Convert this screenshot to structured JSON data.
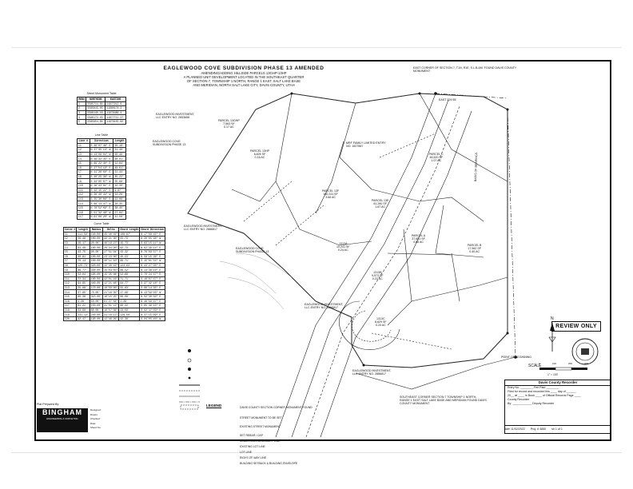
{
  "title": {
    "main": "EAGLEWOOD COVE SUBDIVISION PHASE 13 AMENDED",
    "sub1": "AMENDING/ADDING HILLSIDE PARCELS 13GHP-13HP",
    "sub2": "A PLANNED UNIT DEVELOPMENT LOCATED IN THE SOUTHEAST QUARTER",
    "sub3": "OF SECTION 7, TOWNSHIP 1 NORTH, RANGE 1 EAST, SALT LAKE BASE",
    "sub4": "AND MERIDIAN, NORTH SALT LAKE CITY, DAVIS COUNTY, UTAH"
  },
  "street_monument_table": {
    "caption": "Street Monument Table",
    "headers": [
      "MON#",
      "NORTHING",
      "EASTING"
    ],
    "rows": [
      [
        "1",
        "5585714.84",
        "11977213.6"
      ],
      [
        "2",
        "5585815.05",
        "11980174.3"
      ],
      [
        "3",
        "5586140.16",
        "11979486.4"
      ],
      [
        "4",
        "5586172.03",
        "11977711.37"
      ],
      [
        "5",
        "5585954.64",
        "11979155.82"
      ]
    ]
  },
  "line_table": {
    "caption": "Line Table",
    "headers": [
      "Line #",
      "Direction",
      "Length"
    ],
    "rows": [
      [
        "L1",
        "S 36°07'48\" E",
        "20.18'"
      ],
      [
        "L2",
        "N 37°45'13\" W",
        "21.48'"
      ],
      [
        "L3",
        "N 13°09'04\" W",
        "20.49'"
      ],
      [
        "L4",
        "N 46°32'45\" E",
        "60.01'"
      ],
      [
        "L5",
        "N 89°22'40\" E",
        "11.84'"
      ],
      [
        "L6",
        "S 27°54'19\" E",
        "48.61'"
      ],
      [
        "L7",
        "N 41°26'50\" E",
        "21.44'"
      ],
      [
        "L8",
        "S 30°25'36\" W",
        "85.22'"
      ],
      [
        "L9",
        "S 44°05'07\" W",
        "35.96'"
      ],
      [
        "L10",
        "N 16°43'01\" E",
        "19.30'"
      ],
      [
        "L11",
        "S 42°15'22\" E",
        "9.97'"
      ],
      [
        "L12",
        "N 38°40'44\" W",
        "14.29'"
      ],
      [
        "L13",
        "S 35°30'08\" E",
        "22.86'"
      ],
      [
        "L14",
        "S 68°13'47\" W",
        "20.35'"
      ],
      [
        "L15",
        "N 78°52'09\" E",
        "38.45'"
      ],
      [
        "L16",
        "S 51°32'46\" W",
        "57.04'"
      ],
      [
        "L17",
        "N 81°06'20\" W",
        "41.56'"
      ]
    ]
  },
  "curve_table": {
    "caption": "Curve Table",
    "headers": [
      "Curve #",
      "Length",
      "Radius",
      "Delta",
      "Chord Length",
      "Chord Direction"
    ],
    "rows": [
      [
        "C1",
        "111.59'",
        "140.00'",
        "45°40'02\"",
        "108.67'",
        "N 17°08'45\" E"
      ],
      [
        "C2",
        "56.48'",
        "100.00'",
        "32°21'30\"",
        "55.73'",
        "N 20°05'38\" W"
      ],
      [
        "C3",
        "16.17'",
        "20.00'",
        "46°19'27\"",
        "15.73'",
        "S 63°15'11\" W"
      ],
      [
        "C4",
        "83.48'",
        "180.00'",
        "26°34'20\"",
        "82.73'",
        "N 62°39'14\" E"
      ],
      [
        "C5",
        "43.75'",
        "90.00'",
        "27°51'04\"",
        "43.32'",
        "N 76°09'57\" E"
      ],
      [
        "C6",
        "40.81'",
        "100.00'",
        "23°23'00\"",
        "40.53'",
        "N 58°15'36\" E"
      ],
      [
        "C7",
        "70.14'",
        "100.00'",
        "40°11'10\"",
        "68.71'",
        "S 15°01'54\" W"
      ],
      [
        "C8",
        "125.73'",
        "320.00'",
        "22°30'43\"",
        "124.93'",
        "N 43°27'35\" E"
      ],
      [
        "C9",
        "86.77'",
        "330.00'",
        "15°03'55\"",
        "86.52'",
        "N 14°38'10\" E"
      ],
      [
        "C10",
        "53.04'",
        "195.00'",
        "15°35'08\"",
        "52.88'",
        "S 70°24'47\" E"
      ],
      [
        "C11",
        "73.34'",
        "100.00'",
        "42°01'16\"",
        "71.71'",
        "S 16°07'57\" E"
      ],
      [
        "C12",
        "94.95'",
        "440.00'",
        "12°21'48\"",
        "94.77'",
        "S 37°42'18\" E"
      ],
      [
        "C13",
        "55.88'",
        "170.00'",
        "18°50'00\"",
        "55.63'",
        "S 66°14'35\" E"
      ],
      [
        "C14",
        "27.85'",
        "75.00'",
        "21°16'35\"",
        "27.69'",
        "N 13°59'03\" W"
      ],
      [
        "C15",
        "89.38'",
        "315.00'",
        "16°15'25\"",
        "89.08'",
        "N 02°30'50\" E"
      ],
      [
        "C16",
        "1.28'",
        "50.00'",
        "01°27'58\"",
        "1.28'",
        "N 48°59'37\" E"
      ],
      [
        "C17",
        "81.21'",
        "150.00'",
        "31°01'12\"",
        "80.22'",
        "S 65°39'43\" E"
      ],
      [
        "C18",
        "23.68'",
        "80.00'",
        "16°57'36\"",
        "23.59'",
        "S 82°47'03\" E"
      ],
      [
        "C19",
        "131.12'",
        "240.00'",
        "31°18'11\"",
        "129.50'",
        "N 47°15'09\" E"
      ],
      [
        "C20",
        "42.47'",
        "190.00'",
        "12°48'26\"",
        "42.38'",
        "S 04°05'40\" W"
      ]
    ]
  },
  "parcels": [
    {
      "name": "PARCEL 13GHP",
      "area": "7,563 SF",
      "extra": "0.17 AC"
    },
    {
      "name": "PARCEL 13HP",
      "area": "6,826 SF",
      "extra": "0.16 AC"
    },
    {
      "name": "PARCEL C",
      "area": "46,520 SF",
      "extra": "1.07 AC"
    },
    {
      "name": "PARCEL 13F",
      "area": "160,311 SF",
      "extra": "3.68 AC"
    },
    {
      "name": "PARCEL 13E",
      "area": "81,260 SF",
      "extra": "1.87 AC"
    },
    {
      "name": "PARCEL A",
      "area": "37,651 SF",
      "extra": "0.86 AC"
    },
    {
      "name": "PARCEL B",
      "area": "17,562 SF",
      "extra": "0.40 AC"
    },
    {
      "name": "1313A",
      "area": "10,241 SF",
      "extra": "0.24 AC"
    },
    {
      "name": "1313B",
      "area": "9,573 SF",
      "extra": "0.22 AC"
    },
    {
      "name": "1313C",
      "area": "8,629 SF",
      "extra": "0.20 AC"
    }
  ],
  "owners": [
    "EAGLEWOOD INVESTMENT, LLC ENTRY NO. 2853658",
    "EAGLEWOOD COVE SUBDIVISION PHASE 13",
    "EAGLEWOOD INVESTMENT, LLC ENTRY NO. 2886817",
    "EAGLEWOOD COVE SUBDIVISION PHASE 13",
    "MRF FAMILY LIMITED ENTRY NO. 1827887",
    "EAGLEWOOD INVESTMENT, LLC ENTRY NO. 2886817",
    "EAGLEWOOD INVESTMENT, LLC ENTRY NO. 2886817"
  ],
  "annotations": {
    "east_corner": "EAST CORNER OF SECTION 7, T1N, R1E, S.L.B.&M. FOUND DAVIS COUNTY MONUMENT",
    "south_corner": "SOUTHEAST CORNER SECTION 7 TOWNSHIP 1 NORTH, RANGE 1 EAST SALT LAKE BASE AND MERIDIAN FOUND DAVIS COUNTY MONUMENT",
    "point_of_beginning": "POINT OF BEGINNING",
    "basis_bearing": "BASIS OF BEARINGS",
    "east_dim": "EAST 329.55'",
    "north_arrow": "N"
  },
  "review_stamp": "REVIEW ONLY",
  "scale": {
    "label": "SCALE",
    "ticks": [
      "0",
      "100",
      "200",
      "300"
    ],
    "unit": "1\" = 100'"
  },
  "legend": {
    "title": "LEGEND",
    "items": [
      "DAVIS COUNTY SECTION CORNER MONUMENT FOUND",
      "STREET MONUMENT TO BE SET",
      "EXISTING STREET MONUMENT",
      "SET REBAR / CAP",
      "SUBDIVISION BOUNDARY LINE",
      "EXISTING LOT LINE",
      "LOT LINE",
      "RIGHT-OF-WAY LINE",
      "BUILDING SETBACK & BUILDING ENVELOPE"
    ]
  },
  "county_recorder": {
    "title": "Davis County Recorder",
    "lines": [
      "Entry No. ________  Fee Paid ________",
      "Filed for record and recorded this ____ day of ______",
      "20__ at ____ in Book ____ of Official Records Page ____",
      "County Recorder",
      "By: ____________  Deputy Recorder"
    ],
    "footer": [
      "date 11/02/2022",
      "Proj. # 4850",
      "sh 1 of 1"
    ]
  },
  "prepared_by": {
    "label": "Plat Prepared By:",
    "company": "BINGHAM",
    "company_sub": "ENGINEERING & SURVEYING",
    "fields": [
      "Designed:",
      "Drawn:",
      "Checked:",
      "Date:",
      "Sheet No:"
    ]
  }
}
